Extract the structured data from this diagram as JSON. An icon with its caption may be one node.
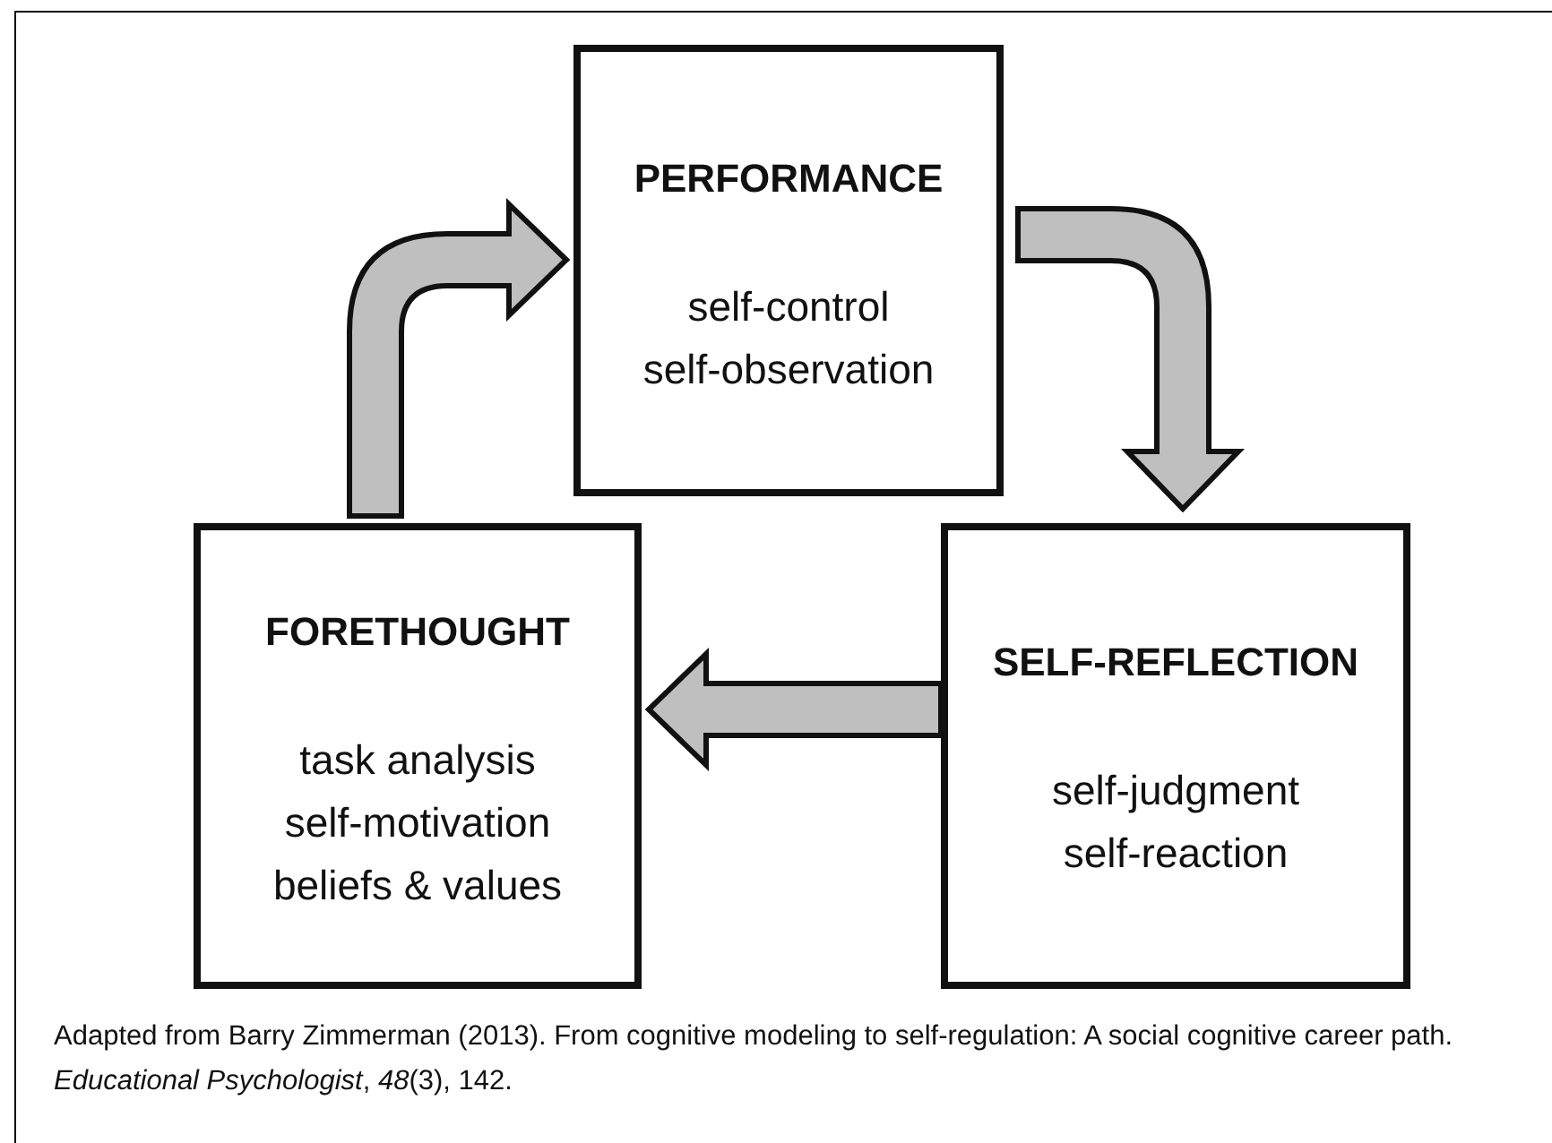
{
  "diagram": {
    "caption": "Adapted from Barry Zimmerman (2013). From cognitive modeling to self-regulation: A social cognitive career path. *Educational Psychologist*, *48*(3), 142.",
    "nodes": [
      {
        "text": [
          "PERFORMANCE",
          "self-control",
          "self-observation"
        ]
      },
      {
        "text": [
          "SELF-REFLECTION",
          "self-judgment",
          "self-reaction"
        ]
      },
      {
        "text": [
          "FORETHOUGHT",
          "task analysis",
          "self-motivation",
          "beliefs & values"
        ]
      }
    ],
    "edges": [
      {
        "from": 2,
        "to": 0,
        "arrow": "to"
      },
      {
        "from": 0,
        "to": 1,
        "arrow": "to"
      },
      {
        "from": 1,
        "to": 2,
        "arrow": "to"
      }
    ]
  }
}
